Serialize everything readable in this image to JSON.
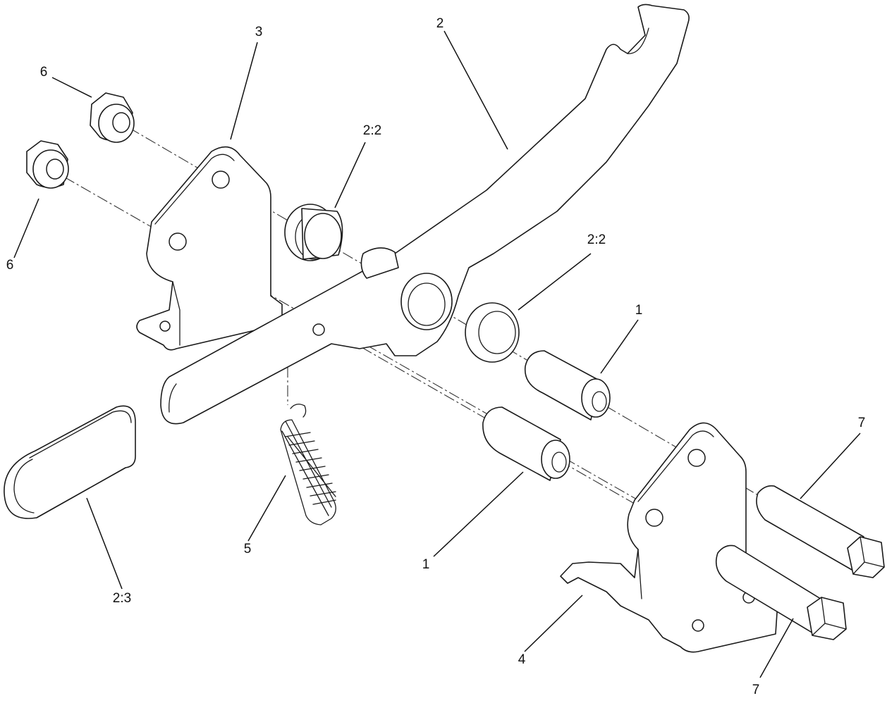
{
  "callouts": {
    "c1_upper": "1",
    "c1_lower": "1",
    "c2": "2",
    "c2_2_upper": "2:2",
    "c2_2_right": "2:2",
    "c2_3": "2:3",
    "c3": "3",
    "c4": "4",
    "c5": "5",
    "c6_top": "6",
    "c6_left": "6",
    "c7_upper": "7",
    "c7_lower": "7"
  }
}
